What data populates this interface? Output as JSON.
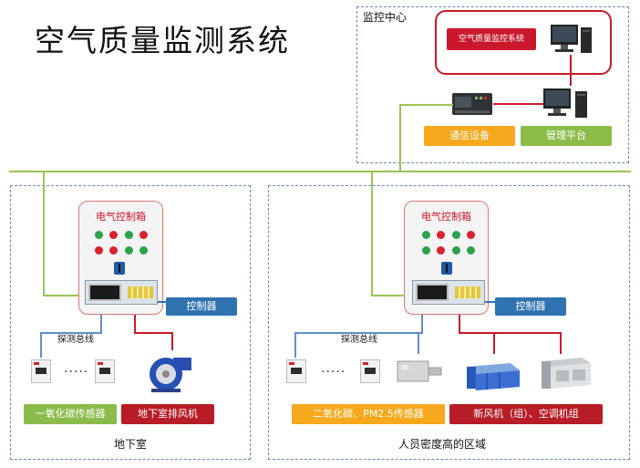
{
  "title": "空气质量监测系统",
  "monitor_center": {
    "label": "监控中心",
    "system_box": "空气质量监控系统",
    "buttons": {
      "comm": "通信设备",
      "mgmt": "管理平台"
    }
  },
  "cabinet_title": "电气控制箱",
  "controller_label": "控制器",
  "bus_label": "探测总线",
  "left_zone": {
    "name": "地下室",
    "sensor_label": "一氧化碳传感器",
    "device_label": "地下室排风机"
  },
  "right_zone": {
    "name": "人员密度高的区域",
    "sensor_label": "二氧化碳、PM2.5传感器",
    "device_label": "新风机（组）、空调机组"
  },
  "ellipsis": "·····",
  "colors": {
    "red": "#c9182b",
    "green_line": "#9cc258",
    "orange": "#f7a81c",
    "blue": "#2f73b0",
    "dash": "#6b86b8"
  },
  "icons": [
    "desktop-computer-icon",
    "plc-module-icon",
    "fan-icon",
    "air-handler-icon",
    "ac-unit-icon",
    "sensor-icon"
  ]
}
